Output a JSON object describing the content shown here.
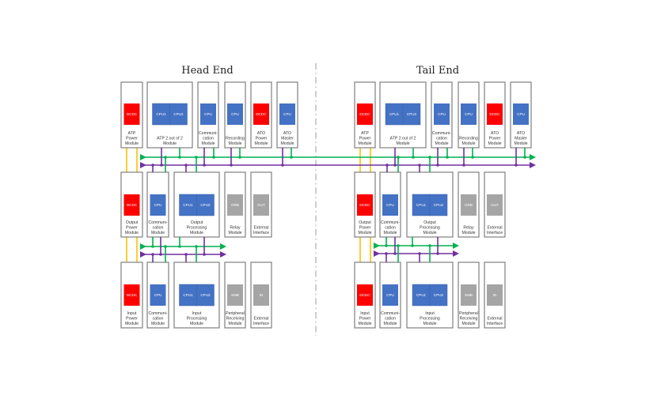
{
  "colors": {
    "power": "#ff0000",
    "cpu": "#4472c4",
    "io": "#a5a5a5",
    "green_bus": "#00b050",
    "purple_bus": "#7030a0",
    "power_line": "#ffc000",
    "box_border": "#7f7f7f"
  },
  "sides": [
    {
      "title": "Head End",
      "rows": [
        {
          "modules": [
            {
              "label": [
                "ATP",
                "Power",
                "Module"
              ],
              "chips": [
                {
                  "text": "DCDC",
                  "kind": "power"
                }
              ]
            },
            {
              "label": [
                "ATP 2 out of 2",
                "Module"
              ],
              "chips": [
                {
                  "text": "CPU1",
                  "kind": "cpu"
                },
                {
                  "text": "CPU2",
                  "kind": "cpu"
                }
              ]
            },
            {
              "label": [
                "Communi-",
                "cation",
                "Module"
              ],
              "chips": [
                {
                  "text": "CPU",
                  "kind": "cpu"
                }
              ]
            },
            {
              "label": [
                "Recording",
                "Module"
              ],
              "chips": [
                {
                  "text": "CPU",
                  "kind": "cpu"
                }
              ]
            },
            {
              "label": [
                "ATO",
                "Power",
                "Module"
              ],
              "chips": [
                {
                  "text": "DCDC",
                  "kind": "power"
                }
              ]
            },
            {
              "label": [
                "ATO",
                "Master",
                "Module"
              ],
              "chips": [
                {
                  "text": "CPU",
                  "kind": "cpu"
                }
              ]
            }
          ]
        },
        {
          "modules": [
            {
              "label": [
                "Output",
                "Power",
                "Module"
              ],
              "chips": [
                {
                  "text": "DCDC",
                  "kind": "power"
                }
              ]
            },
            {
              "label": [
                "Communi-",
                "cation",
                "Module"
              ],
              "chips": [
                {
                  "text": "CPU",
                  "kind": "cpu"
                }
              ]
            },
            {
              "label": [
                "Output",
                "Processing",
                "Module"
              ],
              "chips": [
                {
                  "text": "CPU1",
                  "kind": "cpu"
                },
                {
                  "text": "CPU2",
                  "kind": "cpu"
                }
              ]
            },
            {
              "label": [
                "Relay",
                "Module"
              ],
              "chips": [
                {
                  "text": "ORB",
                  "kind": "io"
                }
              ]
            },
            {
              "label": [
                "External",
                "Interface"
              ],
              "chips": [
                {
                  "text": "OUT",
                  "kind": "io"
                }
              ]
            }
          ]
        },
        {
          "modules": [
            {
              "label": [
                "Input",
                "Power",
                "Module"
              ],
              "chips": [
                {
                  "text": "DCDC",
                  "kind": "power"
                }
              ]
            },
            {
              "label": [
                "Communi-",
                "cation",
                "Module"
              ],
              "chips": [
                {
                  "text": "CPU",
                  "kind": "cpu"
                }
              ]
            },
            {
              "label": [
                "Input",
                "Processing",
                "Module"
              ],
              "chips": [
                {
                  "text": "CPU1",
                  "kind": "cpu"
                },
                {
                  "text": "CPU2",
                  "kind": "cpu"
                }
              ]
            },
            {
              "label": [
                "Peripheral",
                "Receiving",
                "Module"
              ],
              "chips": [
                {
                  "text": "SMB",
                  "kind": "io"
                }
              ]
            },
            {
              "label": [
                "External",
                "Interface"
              ],
              "chips": [
                {
                  "text": "IN",
                  "kind": "io"
                }
              ]
            }
          ]
        }
      ]
    },
    {
      "title": "Tail End",
      "rows": [
        {
          "modules": [
            {
              "label": [
                "ATP",
                "Power",
                "Module"
              ],
              "chips": [
                {
                  "text": "DCDC",
                  "kind": "power"
                }
              ]
            },
            {
              "label": [
                "ATP 2 out of 2",
                "Module"
              ],
              "chips": [
                {
                  "text": "CPU1",
                  "kind": "cpu"
                },
                {
                  "text": "CPU2",
                  "kind": "cpu"
                }
              ]
            },
            {
              "label": [
                "Communi-",
                "cation",
                "Module"
              ],
              "chips": [
                {
                  "text": "CPU",
                  "kind": "cpu"
                }
              ]
            },
            {
              "label": [
                "Recording",
                "Module"
              ],
              "chips": [
                {
                  "text": "CPU",
                  "kind": "cpu"
                }
              ]
            },
            {
              "label": [
                "ATO",
                "Power",
                "Module"
              ],
              "chips": [
                {
                  "text": "DCDC",
                  "kind": "power"
                }
              ]
            },
            {
              "label": [
                "ATO",
                "Master",
                "Module"
              ],
              "chips": [
                {
                  "text": "CPU",
                  "kind": "cpu"
                }
              ]
            }
          ]
        },
        {
          "modules": [
            {
              "label": [
                "Output",
                "Power",
                "Module"
              ],
              "chips": [
                {
                  "text": "DCDC",
                  "kind": "power"
                }
              ]
            },
            {
              "label": [
                "Communi-",
                "cation",
                "Module"
              ],
              "chips": [
                {
                  "text": "CPU",
                  "kind": "cpu"
                }
              ]
            },
            {
              "label": [
                "Output",
                "Processing",
                "Module"
              ],
              "chips": [
                {
                  "text": "CPU1",
                  "kind": "cpu"
                },
                {
                  "text": "CPU2",
                  "kind": "cpu"
                }
              ]
            },
            {
              "label": [
                "Relay",
                "Module"
              ],
              "chips": [
                {
                  "text": "ORB",
                  "kind": "io"
                }
              ]
            },
            {
              "label": [
                "External",
                "Interface"
              ],
              "chips": [
                {
                  "text": "OUT",
                  "kind": "io"
                }
              ]
            }
          ]
        },
        {
          "modules": [
            {
              "label": [
                "Input",
                "Power",
                "Module"
              ],
              "chips": [
                {
                  "text": "DCDC",
                  "kind": "power"
                }
              ]
            },
            {
              "label": [
                "Communi-",
                "cation",
                "Module"
              ],
              "chips": [
                {
                  "text": "CPU",
                  "kind": "cpu"
                }
              ]
            },
            {
              "label": [
                "Input",
                "Processing",
                "Module"
              ],
              "chips": [
                {
                  "text": "CPU1",
                  "kind": "cpu"
                },
                {
                  "text": "CPU2",
                  "kind": "cpu"
                }
              ]
            },
            {
              "label": [
                "Peripheral",
                "Receiving",
                "Module"
              ],
              "chips": [
                {
                  "text": "SMB",
                  "kind": "io"
                }
              ]
            },
            {
              "label": [
                "External",
                "Interface"
              ],
              "chips": [
                {
                  "text": "IN",
                  "kind": "io"
                }
              ]
            }
          ]
        }
      ]
    }
  ]
}
